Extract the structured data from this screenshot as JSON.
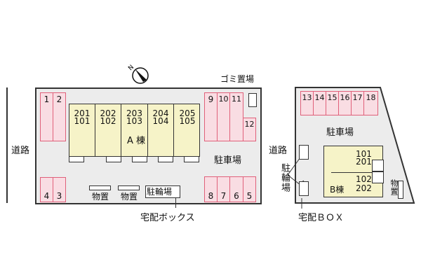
{
  "compass": {
    "label": "N"
  },
  "left": {
    "road": "道路",
    "parking_top_left": [
      "1",
      "2"
    ],
    "parking_bottom_left": [
      "4",
      "3"
    ],
    "building": {
      "name": "A 棟",
      "units": [
        {
          "upper": "201",
          "lower": "101"
        },
        {
          "upper": "202",
          "lower": "102"
        },
        {
          "upper": "203",
          "lower": "103"
        },
        {
          "upper": "204",
          "lower": "104"
        },
        {
          "upper": "205",
          "lower": "105"
        }
      ]
    },
    "parking_top_right": [
      "9",
      "10",
      "11"
    ],
    "parking_12": "12",
    "garbage": "ゴミ置場",
    "parking_lot": "駐車場",
    "parking_bottom_right": [
      "8",
      "7",
      "6",
      "5"
    ],
    "storage_1": "物置",
    "storage_2": "物置",
    "bicycle": "駐輪場",
    "delivery": "宅配ボックス"
  },
  "right": {
    "road": "道路",
    "parking_top": [
      "13",
      "14",
      "15",
      "16",
      "17",
      "18"
    ],
    "parking_lot": "駐車場",
    "bicycle": "駐輪場",
    "delivery": "宅配ＢＯＸ",
    "building": {
      "name": "B棟",
      "units_top": [
        "101",
        "201"
      ],
      "units_bottom": [
        "102",
        "202"
      ]
    },
    "storage": "物置"
  }
}
